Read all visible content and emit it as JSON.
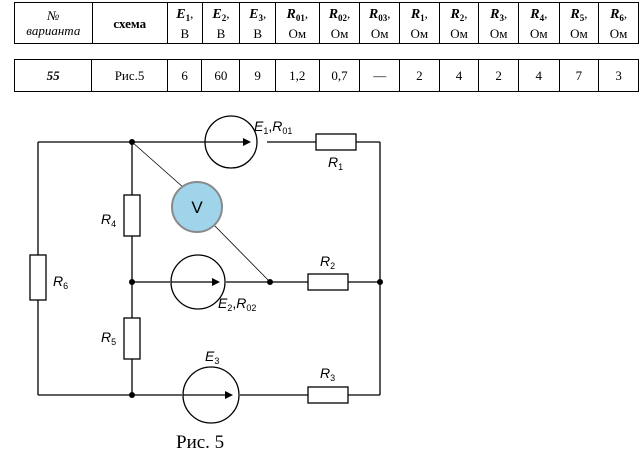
{
  "table": {
    "header": {
      "variant": [
        "№",
        "варианта"
      ],
      "scheme": "схема",
      "params": [
        {
          "sym": "E",
          "sub": "1",
          "unit": "В"
        },
        {
          "sym": "E",
          "sub": "2",
          "unit": "В"
        },
        {
          "sym": "E",
          "sub": "3",
          "unit": "В"
        },
        {
          "sym": "R",
          "sub": "01",
          "unit": "Ом"
        },
        {
          "sym": "R",
          "sub": "02",
          "unit": "Ом"
        },
        {
          "sym": "R",
          "sub": "03",
          "unit": "Ом"
        },
        {
          "sym": "R",
          "sub": "1",
          "unit": "Ом"
        },
        {
          "sym": "R",
          "sub": "2",
          "unit": "Ом"
        },
        {
          "sym": "R",
          "sub": "3",
          "unit": "Ом"
        },
        {
          "sym": "R",
          "sub": "4",
          "unit": "Ом"
        },
        {
          "sym": "R",
          "sub": "5",
          "unit": "Ом"
        },
        {
          "sym": "R",
          "sub": "6",
          "unit": "Ом"
        }
      ]
    },
    "row": {
      "variant": "55",
      "scheme": "Рис.5",
      "values": [
        "6",
        "60",
        "9",
        "1,2",
        "0,7",
        "—",
        "2",
        "4",
        "2",
        "4",
        "7",
        "3"
      ]
    }
  },
  "circuit": {
    "labels": {
      "e1": {
        "e": "E",
        "es": "1",
        "r": "R",
        "rs": "01"
      },
      "e2": {
        "e": "E",
        "es": "2",
        "r": "R",
        "rs": "02"
      },
      "e3": {
        "e": "E",
        "es": "3"
      },
      "r1": {
        "r": "R",
        "s": "1"
      },
      "r2": {
        "r": "R",
        "s": "2"
      },
      "r3": {
        "r": "R",
        "s": "3"
      },
      "r4": {
        "r": "R",
        "s": "4"
      },
      "r5": {
        "r": "R",
        "s": "5"
      },
      "r6": {
        "r": "R",
        "s": "6"
      },
      "voltmeter": "V"
    },
    "voltmeter_color": "#9fd4ea"
  },
  "caption": "Рис. 5"
}
